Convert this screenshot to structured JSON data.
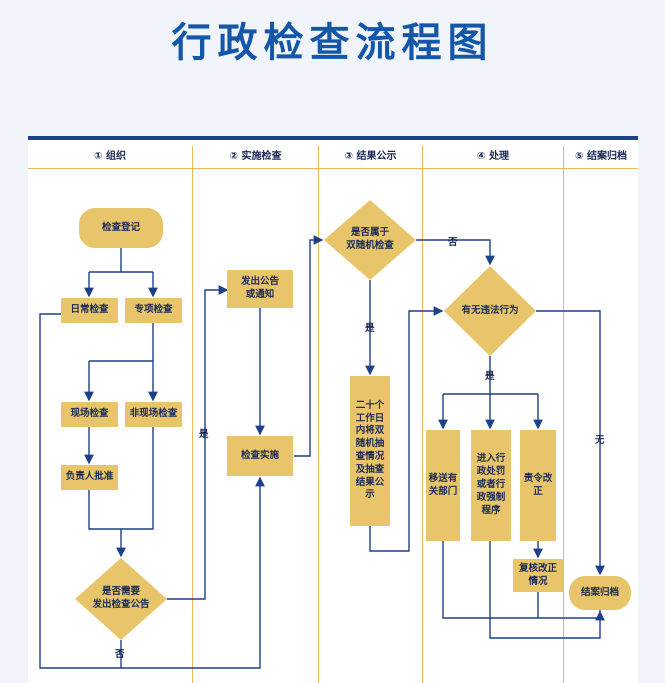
{
  "title": "行政检查流程图",
  "lanes": [
    "① 组织",
    "② 实施检查",
    "③ 结果公示",
    "④ 处理",
    "⑤ 结案归档"
  ],
  "nodes": {
    "register": "检查登记",
    "daily": "日常检查",
    "special": "专项检查",
    "onsite": "现场检查",
    "offsite": "非现场检查",
    "approve": "负责人批准",
    "need_notice": "是否需要\n发出检查公告",
    "issue_notice": "发出公告\n或通知",
    "implement": "检查实施",
    "random": "是否属于\n双随机检查",
    "publicize": "二十个工作日内将双随机抽查情况及抽查结果公示",
    "violation": "有无违法行为",
    "transfer": "移送有关部门",
    "penalty": "进入行政处罚或者行政强制程序",
    "rectify": "责令改正",
    "recheck": "复核改正\n情况",
    "archive": "结案归档"
  },
  "edge_labels": {
    "yes": "是",
    "no": "否",
    "none": "无"
  }
}
